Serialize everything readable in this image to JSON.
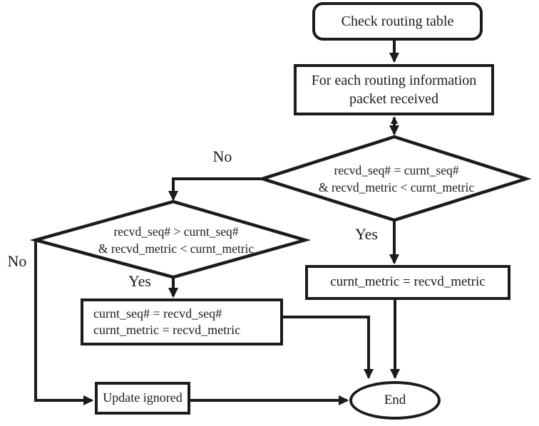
{
  "nodes": {
    "start": {
      "label": "Check routing table"
    },
    "foreach": {
      "line1": "For each routing information",
      "line2": "packet received"
    },
    "decision1": {
      "line1": "recvd_seq# = curnt_seq#",
      "line2": "& recvd_metric < curnt_metric"
    },
    "decision2": {
      "line1": "recvd_seq# > curnt_seq#",
      "line2": "& recvd_metric < curnt_metric"
    },
    "update_metric": {
      "label": "curnt_metric = recvd_metric"
    },
    "update_seq_metric": {
      "line1": "curnt_seq# = recvd_seq#",
      "line2": "curnt_metric = recvd_metric"
    },
    "update_ignored": {
      "label": "Update ignored"
    },
    "end": {
      "label": "End"
    }
  },
  "edge_labels": {
    "decision1_no": "No",
    "decision1_yes": "Yes",
    "decision2_no": "No",
    "decision2_yes": "Yes"
  },
  "colors": {
    "line": "#1b1b1b",
    "text": "#1b1b1b",
    "background": "#ffffff"
  }
}
